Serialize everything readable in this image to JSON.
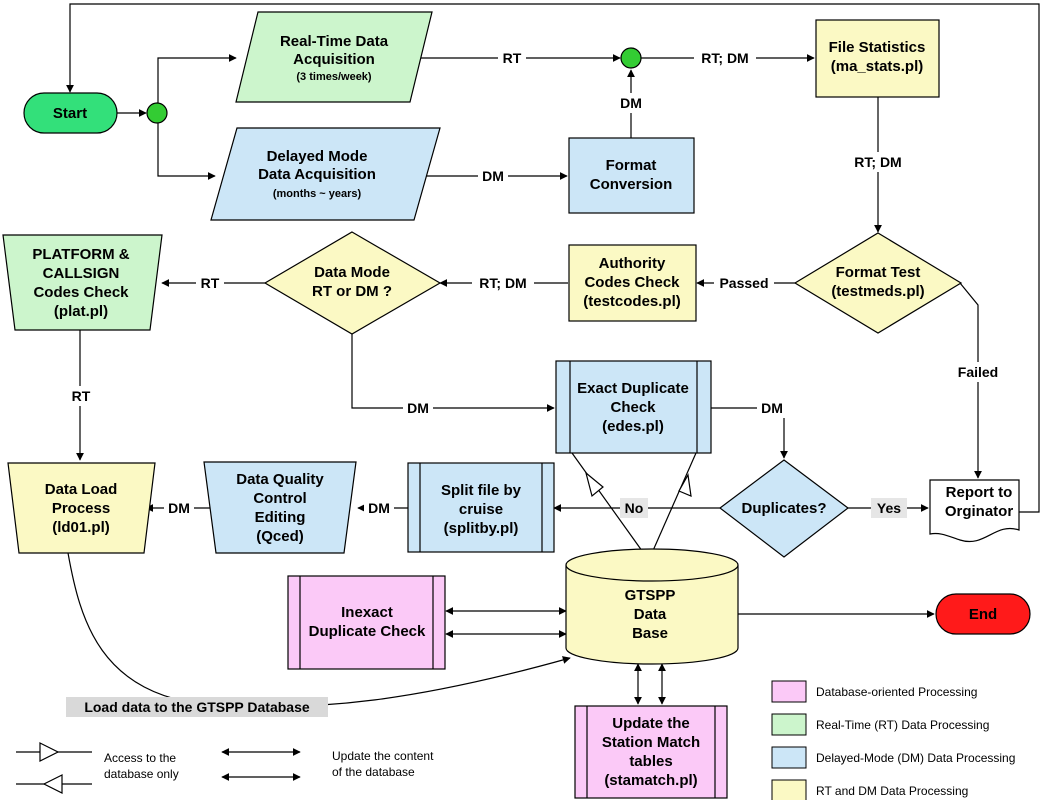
{
  "colors": {
    "green": "#ccf5cc",
    "blue": "#cce6f7",
    "yellow": "#fbf9c4",
    "pink": "#fbc9f7",
    "start": "#33e07a",
    "end": "#ff1a1a",
    "junction": "#33cc33"
  },
  "nodes": {
    "start": "Start",
    "rt_acq": [
      "Real-Time Data",
      "Acquisition",
      "(3 times/week)"
    ],
    "dm_acq": [
      "Delayed Mode",
      "Data Acquisition",
      "(months ~ years)"
    ],
    "format_conv": [
      "Format",
      "Conversion"
    ],
    "file_stats": [
      "File Statistics",
      "(ma_stats.pl)"
    ],
    "format_test": [
      "Format Test",
      "(testmeds.pl)"
    ],
    "authority": [
      "Authority",
      "Codes Check",
      "(testcodes.pl)"
    ],
    "data_mode": [
      "Data Mode",
      "RT or DM ?"
    ],
    "platform": [
      "PLATFORM &",
      "CALLSIGN",
      "Codes Check",
      "(plat.pl)"
    ],
    "exact_dup": [
      "Exact Duplicate",
      "Check",
      "(edes.pl)"
    ],
    "duplicates": "Duplicates?",
    "report": [
      "Report to",
      "Orginator"
    ],
    "data_load": [
      "Data Load",
      "Process",
      "(ld01.pl)"
    ],
    "dqc": [
      "Data Quality",
      "Control",
      "Editing",
      "(Qced)"
    ],
    "split": [
      "Split file by",
      "cruise",
      "(splitby.pl)"
    ],
    "gtspp": [
      "GTSPP",
      "Data",
      "Base"
    ],
    "inexact": [
      "Inexact",
      "Duplicate Check"
    ],
    "end": "End",
    "stamatch": [
      "Update the",
      "Station Match",
      "tables",
      "(stamatch.pl)"
    ]
  },
  "edge_labels": {
    "rt_top": "RT",
    "rtdm_top": "RT; DM",
    "dm_up": "DM",
    "dm_mid": "DM",
    "rtdm_right": "RT; DM",
    "passed": "Passed",
    "rtdm_left": "RT; DM",
    "rt_left": "RT",
    "rt_down": "RT",
    "failed": "Failed",
    "dm_to_dup": "DM",
    "dm_from_dup": "DM",
    "no": "No",
    "yes": "Yes",
    "dm_split": "DM",
    "dm_load": "DM",
    "load_data": "Load data to the GTSPP Database"
  },
  "legend": {
    "access": [
      "Access to the",
      "database only"
    ],
    "update": [
      "Update the content",
      "of the database"
    ],
    "items": [
      {
        "label": "Database-oriented Processing",
        "color": "#fbc9f7"
      },
      {
        "label": "Real-Time (RT) Data Processing",
        "color": "#ccf5cc"
      },
      {
        "label": "Delayed-Mode (DM)  Data Processing",
        "color": "#cce6f7"
      },
      {
        "label": "RT and DM Data Processing",
        "color": "#fbf9c4"
      }
    ]
  }
}
